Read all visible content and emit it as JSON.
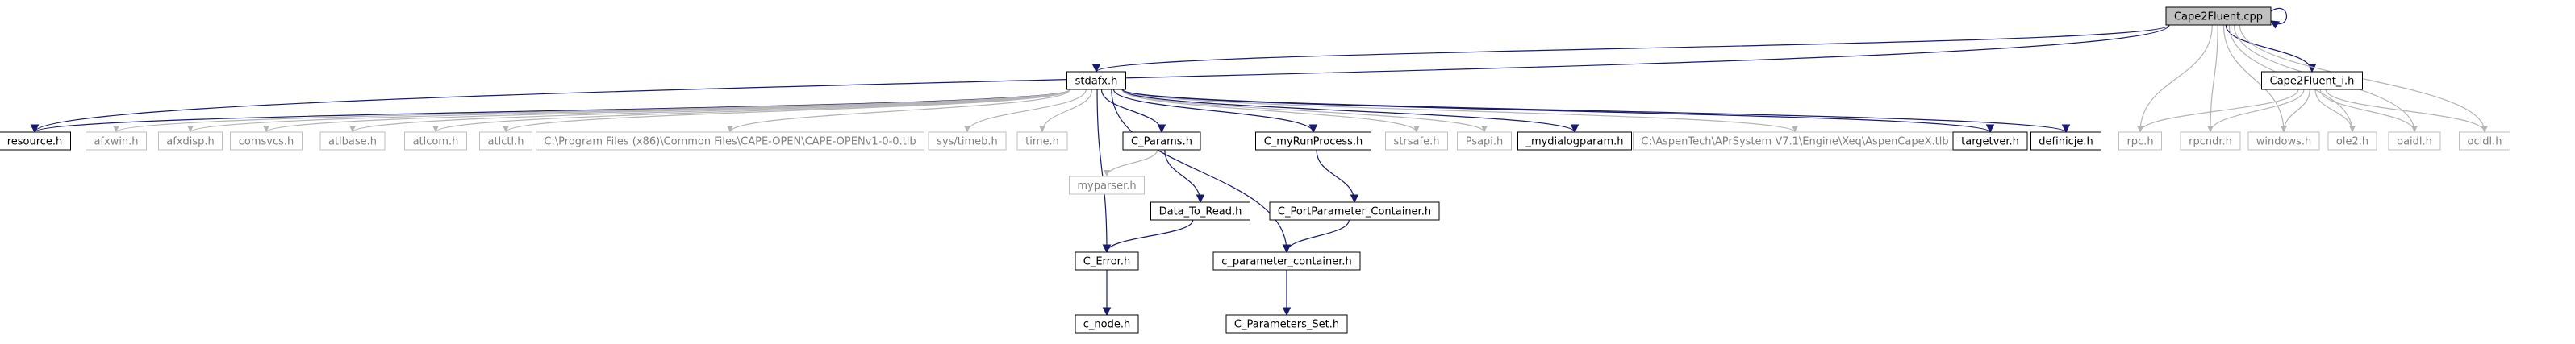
{
  "colors": {
    "background": "#ffffff",
    "edge": "#191970",
    "edge_ext": "#b4b4b4",
    "node_border": "#000000",
    "node_border_ext": "#bfbfbf",
    "root_fill": "#bfbfbf",
    "text": "#000000",
    "text_ext": "#808080"
  },
  "nodes": [
    {
      "id": "cape2fluent_cpp",
      "label": "Cape2Fluent.cpp",
      "kind": "root"
    },
    {
      "id": "stdafx_h",
      "label": "stdafx.h",
      "kind": "local"
    },
    {
      "id": "cape2fluent_i_h",
      "label": "Cape2Fluent_i.h",
      "kind": "local"
    },
    {
      "id": "resource_h",
      "label": "resource.h",
      "kind": "local"
    },
    {
      "id": "afxwin_h",
      "label": "afxwin.h",
      "kind": "external"
    },
    {
      "id": "afxdisp_h",
      "label": "afxdisp.h",
      "kind": "external"
    },
    {
      "id": "comsvcs_h",
      "label": "comsvcs.h",
      "kind": "external"
    },
    {
      "id": "atlbase_h",
      "label": "atlbase.h",
      "kind": "external"
    },
    {
      "id": "atlcom_h",
      "label": "atlcom.h",
      "kind": "external"
    },
    {
      "id": "atlctl_h",
      "label": "atlctl.h",
      "kind": "external"
    },
    {
      "id": "cape_open_tlb",
      "label": "C:\\Program Files (x86)\\Common Files\\CAPE-OPEN\\CAPE-OPENv1-0-0.tlb",
      "kind": "external"
    },
    {
      "id": "sys_timeb_h",
      "label": "sys/timeb.h",
      "kind": "external"
    },
    {
      "id": "time_h",
      "label": "time.h",
      "kind": "external"
    },
    {
      "id": "c_params_h",
      "label": "C_Params.h",
      "kind": "local"
    },
    {
      "id": "c_myrunprocess_h",
      "label": "C_myRunProcess.h",
      "kind": "local"
    },
    {
      "id": "strsafe_h",
      "label": "strsafe.h",
      "kind": "external"
    },
    {
      "id": "psapi_h",
      "label": "Psapi.h",
      "kind": "external"
    },
    {
      "id": "mydialogparam_h",
      "label": "_mydialogparam.h",
      "kind": "local"
    },
    {
      "id": "aspencapex_tlb",
      "label": "C:\\AspenTech\\APrSystem V7.1\\Engine\\Xeq\\AspenCapeX.tlb",
      "kind": "external"
    },
    {
      "id": "targetver_h",
      "label": "targetver.h",
      "kind": "local"
    },
    {
      "id": "definicje_h",
      "label": "definicje.h",
      "kind": "local"
    },
    {
      "id": "rpc_h",
      "label": "rpc.h",
      "kind": "external"
    },
    {
      "id": "rpcndr_h",
      "label": "rpcndr.h",
      "kind": "external"
    },
    {
      "id": "windows_h",
      "label": "windows.h",
      "kind": "external"
    },
    {
      "id": "ole2_h",
      "label": "ole2.h",
      "kind": "external"
    },
    {
      "id": "oaidl_h",
      "label": "oaidl.h",
      "kind": "external"
    },
    {
      "id": "ocidl_h",
      "label": "ocidl.h",
      "kind": "external"
    },
    {
      "id": "myparser_h",
      "label": "myparser.h",
      "kind": "external"
    },
    {
      "id": "data_to_read_h",
      "label": "Data_To_Read.h",
      "kind": "local"
    },
    {
      "id": "c_error_h",
      "label": "C_Error.h",
      "kind": "local"
    },
    {
      "id": "c_node_h",
      "label": "c_node.h",
      "kind": "local"
    },
    {
      "id": "c_portparameter_container_h",
      "label": "C_PortParameter_Container.h",
      "kind": "local"
    },
    {
      "id": "c_parameter_container_h",
      "label": "c_parameter_container.h",
      "kind": "local"
    },
    {
      "id": "c_parameters_set_h",
      "label": "C_Parameters_Set.h",
      "kind": "local"
    }
  ],
  "edges": [
    {
      "from": "cape2fluent_cpp",
      "to": "cape2fluent_cpp"
    },
    {
      "from": "cape2fluent_cpp",
      "to": "stdafx_h"
    },
    {
      "from": "cape2fluent_cpp",
      "to": "resource_h"
    },
    {
      "from": "cape2fluent_cpp",
      "to": "cape2fluent_i_h"
    },
    {
      "from": "cape2fluent_cpp",
      "to": "rpc_h"
    },
    {
      "from": "cape2fluent_cpp",
      "to": "rpcndr_h"
    },
    {
      "from": "cape2fluent_cpp",
      "to": "windows_h"
    },
    {
      "from": "cape2fluent_cpp",
      "to": "ole2_h"
    },
    {
      "from": "cape2fluent_cpp",
      "to": "oaidl_h"
    },
    {
      "from": "cape2fluent_cpp",
      "to": "ocidl_h"
    },
    {
      "from": "stdafx_h",
      "to": "resource_h"
    },
    {
      "from": "stdafx_h",
      "to": "afxwin_h"
    },
    {
      "from": "stdafx_h",
      "to": "afxdisp_h"
    },
    {
      "from": "stdafx_h",
      "to": "comsvcs_h"
    },
    {
      "from": "stdafx_h",
      "to": "atlbase_h"
    },
    {
      "from": "stdafx_h",
      "to": "atlcom_h"
    },
    {
      "from": "stdafx_h",
      "to": "atlctl_h"
    },
    {
      "from": "stdafx_h",
      "to": "cape_open_tlb"
    },
    {
      "from": "stdafx_h",
      "to": "sys_timeb_h"
    },
    {
      "from": "stdafx_h",
      "to": "time_h"
    },
    {
      "from": "stdafx_h",
      "to": "c_params_h"
    },
    {
      "from": "stdafx_h",
      "to": "c_myrunprocess_h"
    },
    {
      "from": "stdafx_h",
      "to": "strsafe_h"
    },
    {
      "from": "stdafx_h",
      "to": "psapi_h"
    },
    {
      "from": "stdafx_h",
      "to": "mydialogparam_h"
    },
    {
      "from": "stdafx_h",
      "to": "aspencapex_tlb"
    },
    {
      "from": "stdafx_h",
      "to": "targetver_h"
    },
    {
      "from": "stdafx_h",
      "to": "definicje_h"
    },
    {
      "from": "stdafx_h",
      "to": "c_error_h"
    },
    {
      "from": "stdafx_h",
      "to": "c_parameter_container_h"
    },
    {
      "from": "cape2fluent_i_h",
      "to": "rpc_h"
    },
    {
      "from": "cape2fluent_i_h",
      "to": "rpcndr_h"
    },
    {
      "from": "cape2fluent_i_h",
      "to": "windows_h"
    },
    {
      "from": "cape2fluent_i_h",
      "to": "ole2_h"
    },
    {
      "from": "cape2fluent_i_h",
      "to": "oaidl_h"
    },
    {
      "from": "cape2fluent_i_h",
      "to": "ocidl_h"
    },
    {
      "from": "c_params_h",
      "to": "myparser_h"
    },
    {
      "from": "c_params_h",
      "to": "data_to_read_h"
    },
    {
      "from": "data_to_read_h",
      "to": "c_error_h"
    },
    {
      "from": "c_error_h",
      "to": "c_node_h"
    },
    {
      "from": "c_myrunprocess_h",
      "to": "c_portparameter_container_h"
    },
    {
      "from": "c_portparameter_container_h",
      "to": "c_parameter_container_h"
    },
    {
      "from": "c_parameter_container_h",
      "to": "c_parameters_set_h"
    }
  ]
}
